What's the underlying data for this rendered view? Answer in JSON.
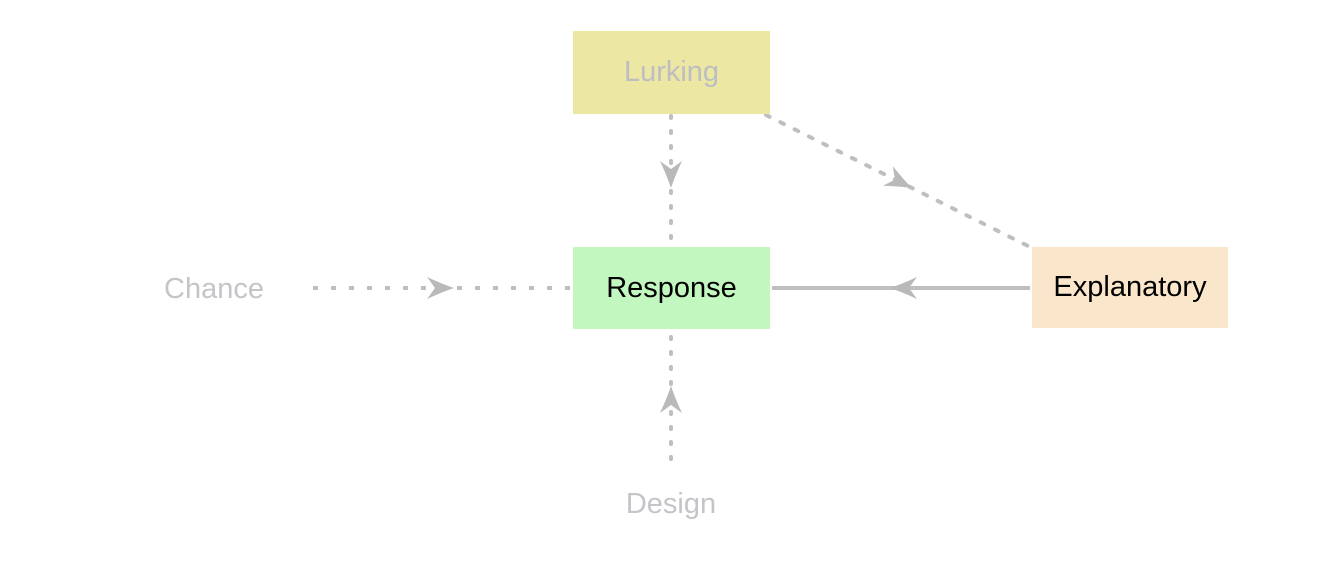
{
  "diagram": {
    "background_color": "#ffffff",
    "edge_color": "#bfbfbf",
    "arrowhead_color": "#b9b9b9",
    "nodes": [
      {
        "id": "lurking",
        "label": "Lurking",
        "fill": "#ece7a2",
        "text_color": "#bdbec4"
      },
      {
        "id": "response",
        "label": "Response",
        "fill": "#c2f7c0",
        "text_color": "#000000"
      },
      {
        "id": "explanatory",
        "label": "Explanatory",
        "fill": "#fae7cb",
        "text_color": "#000000"
      }
    ],
    "floating_labels": [
      {
        "id": "chance",
        "label": "Chance",
        "color": "#c4c5c9"
      },
      {
        "id": "design",
        "label": "Design",
        "color": "#c4c5c9"
      }
    ],
    "edges": [
      {
        "from": "Lurking",
        "to": "Response",
        "line_style": "dashed",
        "direction": "down"
      },
      {
        "from": "Lurking",
        "to": "Explanatory",
        "line_style": "dashed",
        "direction": "down-right"
      },
      {
        "from": "Chance",
        "to": "Response",
        "line_style": "dotted",
        "direction": "right"
      },
      {
        "from": "Explanatory",
        "to": "Response",
        "line_style": "solid",
        "direction": "left"
      },
      {
        "from": "Design",
        "to": "Response",
        "line_style": "dashed",
        "direction": "up"
      }
    ]
  }
}
